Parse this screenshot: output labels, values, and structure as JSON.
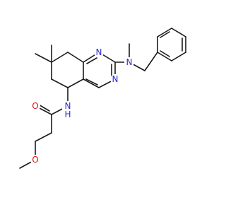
{
  "colors": {
    "bond": "#1a1a1a",
    "nitrogen": "#2a2ad8",
    "oxygen": "#e01010",
    "background": "#ffffff"
  },
  "atom_labels": {
    "n_ring_upper": "N",
    "n_ring_lower": "N",
    "n_dimethyl": "N",
    "n_amide": "N",
    "h_amide": "H",
    "o_carbonyl": "O",
    "o_ether": "O"
  }
}
